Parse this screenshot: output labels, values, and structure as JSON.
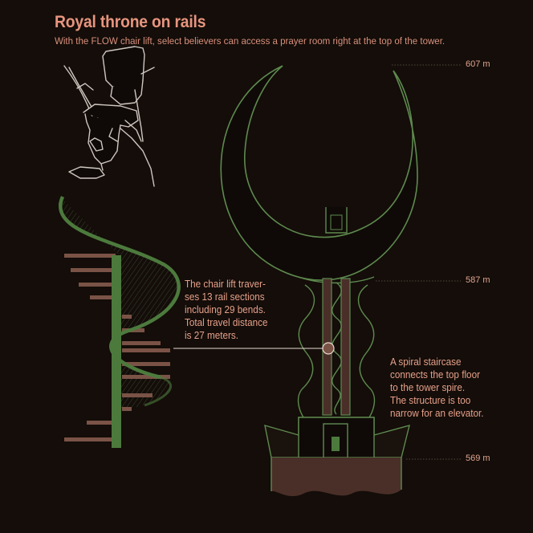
{
  "header": {
    "title": "Royal throne on rails",
    "subtitle": "With the FLOW chair lift, select believers can access a prayer room right at the top of the tower."
  },
  "notes": {
    "chair_lift": [
      "The chair lift traver-",
      "ses 13 rail sections",
      "including 29 bends.",
      "Total travel distance",
      "is 27 meters."
    ],
    "staircase": [
      "A spiral staircase",
      "connects the top floor",
      "to the tower spire.",
      "The structure is too",
      "narrow for an elevator."
    ]
  },
  "elevations": {
    "top": "607 m",
    "middle": "587 m",
    "bottom": "569 m"
  },
  "colors": {
    "background": "#140d09",
    "accent_text": "#e8957f",
    "outline_green": "#5e8a4f",
    "rail_green": "#4c7a3d",
    "step_brown": "#7a5346",
    "base_brown": "#4a2f28"
  }
}
